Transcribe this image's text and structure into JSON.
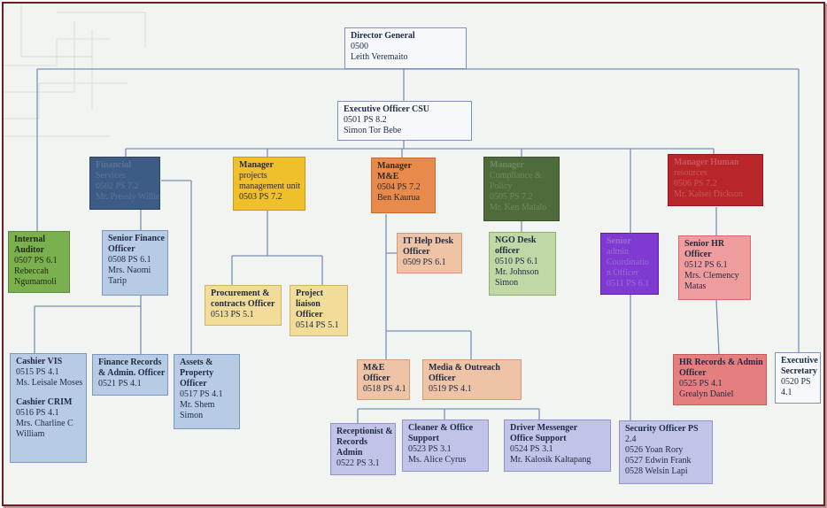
{
  "nodes": {
    "director": {
      "title": "Director General",
      "lines": [
        "0500",
        "Leith Veremaito"
      ]
    },
    "exec_officer": {
      "title": "Executive Officer CSU",
      "lines": [
        "0501 PS 8.2",
        "Simon Tor Bebe"
      ]
    },
    "financial": {
      "title": "Financial",
      "lines": [
        "Services",
        "0502 PS 7.2",
        "Mr. Pressly Willie"
      ]
    },
    "projects": {
      "title": "Manager",
      "lines": [
        "projects",
        "management unit",
        "0503 PS 7.2"
      ]
    },
    "me_manager": {
      "title": "Manager",
      "title2": "M&E",
      "lines": [
        "0504 PS 7.2",
        "Ben Kaurua"
      ]
    },
    "compliance": {
      "title": "Manager",
      "lines": [
        "Compliance &",
        "Policy",
        "0505 PS 7.2",
        "Mr. Ken Malalo"
      ]
    },
    "hr_manager": {
      "title": "Manager Human",
      "lines": [
        "resources",
        "0506 PS 7.2",
        "Mr. Kalsei Dickson"
      ]
    },
    "auditor": {
      "title": "Internal",
      "title2": "Auditor",
      "lines": [
        "0507 PS 6.1",
        "Rebeccah",
        "Ngumamoli"
      ]
    },
    "sr_finance": {
      "title": "Senior Finance",
      "title2": "Officer",
      "lines": [
        "0508 PS 6.1",
        "Mrs. Naomi",
        "Tarip"
      ]
    },
    "it_help": {
      "title": "IT Help Desk",
      "title2": "Officer",
      "lines": [
        "0509 PS 6.1"
      ]
    },
    "ngo_desk": {
      "title": "NGO Desk",
      "title2": "officer",
      "lines": [
        "0510 PS 6.1",
        "Mr. Johnson",
        "Simon"
      ]
    },
    "sr_admin": {
      "title": "Senior",
      "lines": [
        "admin",
        "Coordinatio",
        "n Officer",
        "0511 PS 6.1"
      ]
    },
    "sr_hr": {
      "title": "Senior HR",
      "title2": "Officer",
      "lines": [
        "0512 PS 6.1",
        "Mrs. Clemency",
        "Matas"
      ]
    },
    "procurement": {
      "title": "Procurement &",
      "title2": "contracts Officer",
      "lines": [
        "0513 PS 5.1"
      ]
    },
    "liaison": {
      "title": "Project",
      "title2": "liaison",
      "title3": "Officer",
      "lines": [
        "0514 PS 5.1"
      ]
    },
    "cashier_vis": {
      "title": "Cashier VIS",
      "lines": [
        "0515 PS 4.1",
        "Ms. Leisale Moses"
      ]
    },
    "cashier_crim": {
      "title": "Cashier CRIM",
      "lines": [
        "0516 PS 4.1",
        "Mrs. Charline C",
        "William"
      ]
    },
    "finance_records": {
      "title": "Finance Records",
      "title2": "& Admin. Officer",
      "lines": [
        "0521 PS 4.1"
      ]
    },
    "assets": {
      "title": "Assets &",
      "title2": "Property",
      "title3": "Officer",
      "lines": [
        "0517 PS 4.1",
        "Mr. Shem",
        "Simon"
      ]
    },
    "me_officer": {
      "title": "M&E",
      "title2": "Officer",
      "lines": [
        "0518 PS 4.1"
      ]
    },
    "media": {
      "title": "Media & Outreach",
      "title2": "Officer",
      "lines": [
        "0519 PS 4.1"
      ]
    },
    "hr_records": {
      "title": "HR Records & Admin",
      "title2": "Officer",
      "lines": [
        "0525 PS 4.1",
        "Grealyn Daniel"
      ]
    },
    "exec_secretary": {
      "title": "Executive",
      "title2": "Secretary",
      "lines": [
        "0520 PS",
        "4.1"
      ]
    },
    "receptionist": {
      "title": "Receptionist &",
      "title2": "Records",
      "title3": "Admin",
      "lines": [
        "0522 PS 3.1"
      ]
    },
    "cleaner": {
      "title": "Cleaner & Office",
      "title2": "Support",
      "lines": [
        "0523 PS 3.1",
        "Ms. Alice Cyrus"
      ]
    },
    "driver": {
      "title": "Driver Messenger",
      "title2": "Office Support",
      "lines": [
        "0524 PS 3.1",
        "Mr. Kalosik Kaltapang"
      ]
    },
    "security": {
      "title": "Security Officer PS",
      "lines": [
        "2.4",
        "0526  Yoan Rory",
        "0527 Edwin Frank",
        "0528 Welsin Lapi"
      ]
    }
  }
}
